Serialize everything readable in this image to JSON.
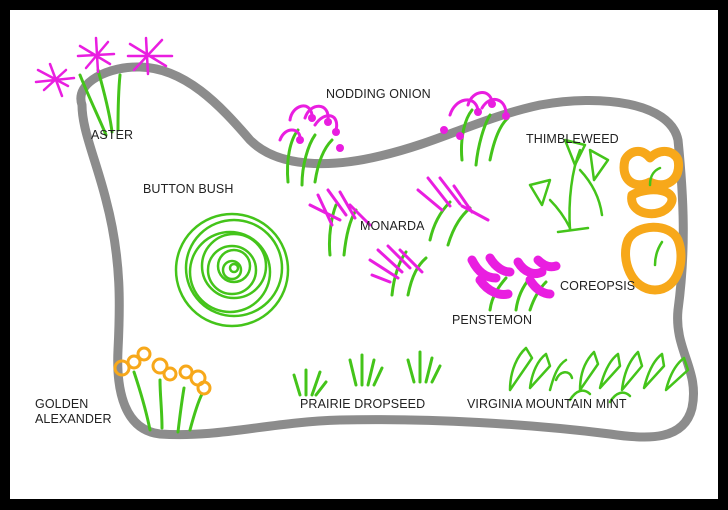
{
  "colors": {
    "background": "#ffffff",
    "frame": "#000000",
    "bed_outline": "#8c8c8c",
    "foliage_green": "#44c41a",
    "bloom_magenta": "#e91ee0",
    "bloom_orange": "#f7a81a",
    "label_text": "#222222"
  },
  "plants": {
    "aster": {
      "label": "ASTER",
      "icon": "aster-plant-icon"
    },
    "nodding_onion": {
      "label": "NODDING ONION",
      "icon": "nodding-onion-plant-icon"
    },
    "thimbleweed": {
      "label": "THIMBLEWEED",
      "icon": "thimbleweed-plant-icon"
    },
    "button_bush": {
      "label": "BUTTON BUSH",
      "icon": "button-bush-plant-icon"
    },
    "monarda": {
      "label": "MONARDA",
      "icon": "monarda-plant-icon"
    },
    "coreopsis": {
      "label": "COREOPSIS",
      "icon": "coreopsis-plant-icon"
    },
    "penstemon": {
      "label": "PENSTEMON",
      "icon": "penstemon-plant-icon"
    },
    "golden_alexander": {
      "label_line1": "GOLDEN",
      "label_line2": "ALEXANDER",
      "icon": "golden-alexander-plant-icon"
    },
    "prairie_dropseed": {
      "label": "PRAIRIE DROPSEED",
      "icon": "prairie-dropseed-plant-icon"
    },
    "virginia_mountain_mint": {
      "label": "VIRGINIA MOUNTAIN MINT",
      "icon": "virginia-mountain-mint-plant-icon"
    }
  }
}
